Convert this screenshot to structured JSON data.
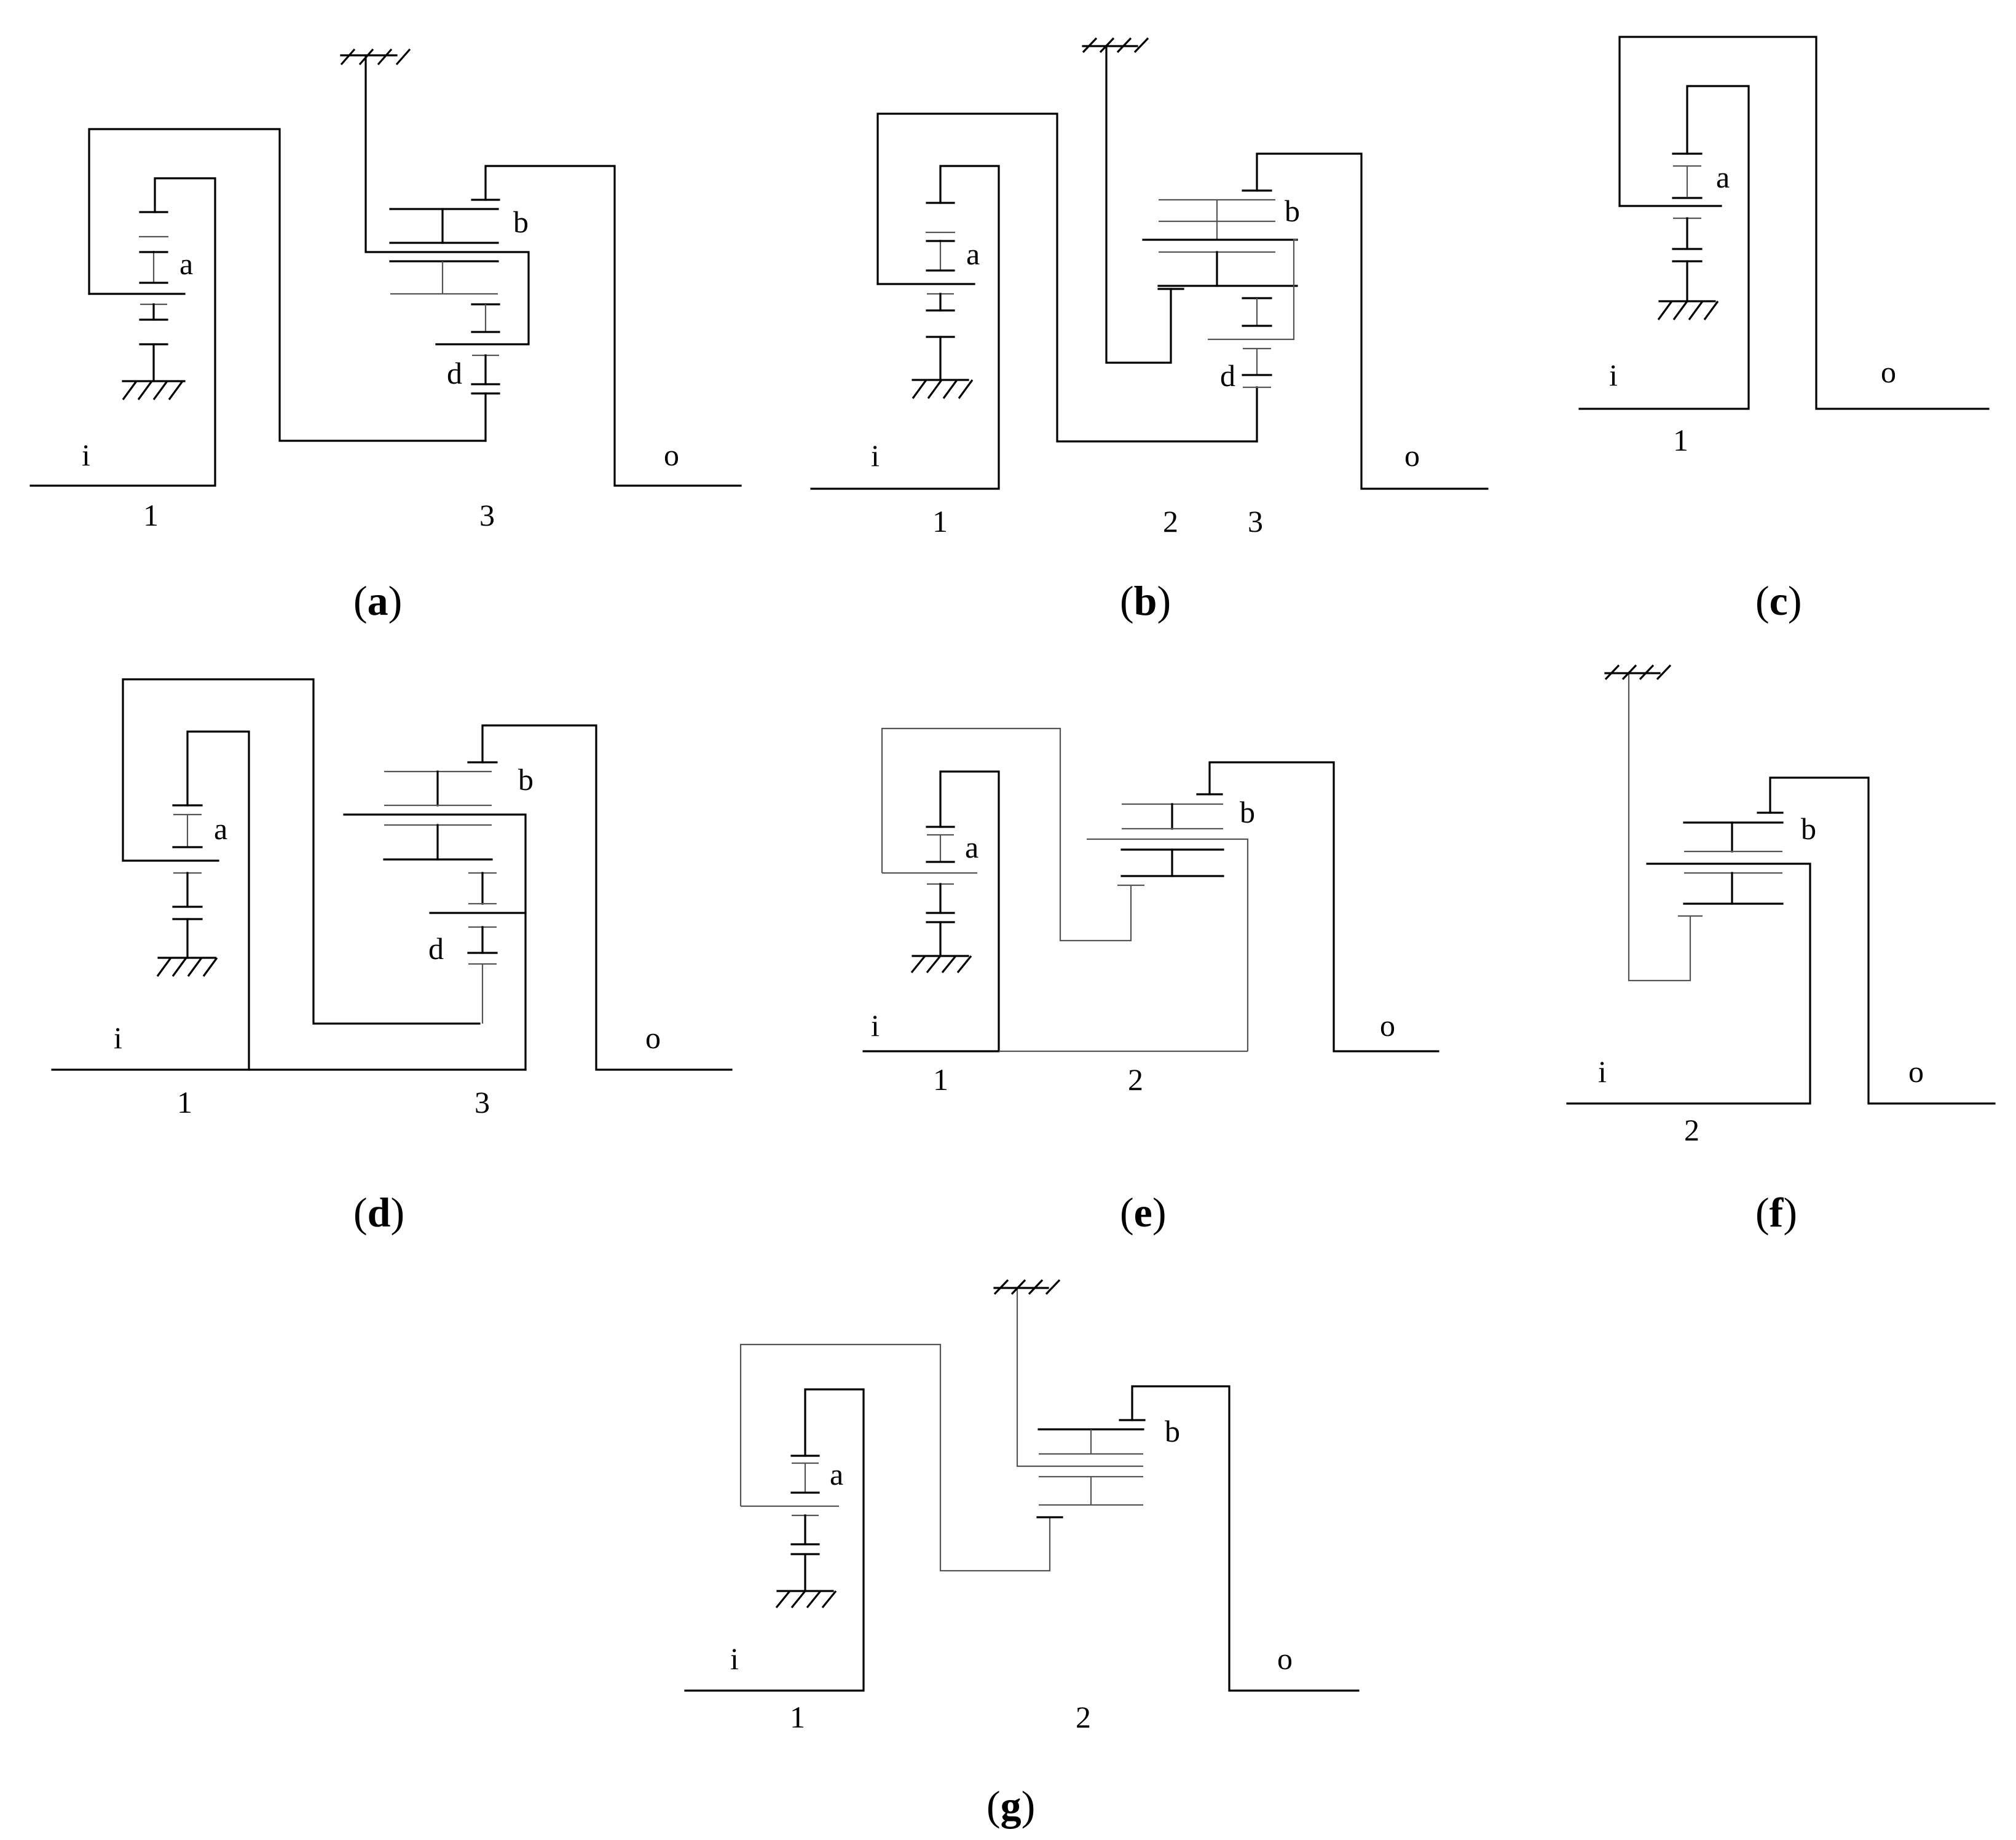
{
  "panels": [
    {
      "id": "a",
      "caption": "a",
      "labels": {
        "input": "i",
        "output": "o",
        "gear1": "a",
        "gear2": "b",
        "gear3": "d",
        "num1": "1",
        "num3": "3"
      }
    },
    {
      "id": "b",
      "caption": "b",
      "labels": {
        "input": "i",
        "output": "o",
        "gear1": "a",
        "gear2": "b",
        "gear3": "d",
        "num1": "1",
        "num2": "2",
        "num3": "3"
      }
    },
    {
      "id": "c",
      "caption": "c",
      "labels": {
        "input": "i",
        "output": "o",
        "gear1": "a",
        "num1": "1"
      }
    },
    {
      "id": "d",
      "caption": "d",
      "labels": {
        "input": "i",
        "output": "o",
        "gear1": "a",
        "gear2": "b",
        "gear3": "d",
        "num1": "1",
        "num3": "3"
      }
    },
    {
      "id": "e",
      "caption": "e",
      "labels": {
        "input": "i",
        "output": "o",
        "gear1": "a",
        "gear2": "b",
        "num1": "1",
        "num2": "2"
      }
    },
    {
      "id": "f",
      "caption": "f",
      "labels": {
        "input": "i",
        "output": "o",
        "gear2": "b",
        "num2": "2"
      }
    },
    {
      "id": "g",
      "caption": "g",
      "labels": {
        "input": "i",
        "output": "o",
        "gear1": "a",
        "gear2": "b",
        "num1": "1",
        "num2": "2"
      }
    }
  ],
  "colors": {
    "line": "#000000",
    "thin_line": "#555555",
    "background": "#ffffff"
  }
}
